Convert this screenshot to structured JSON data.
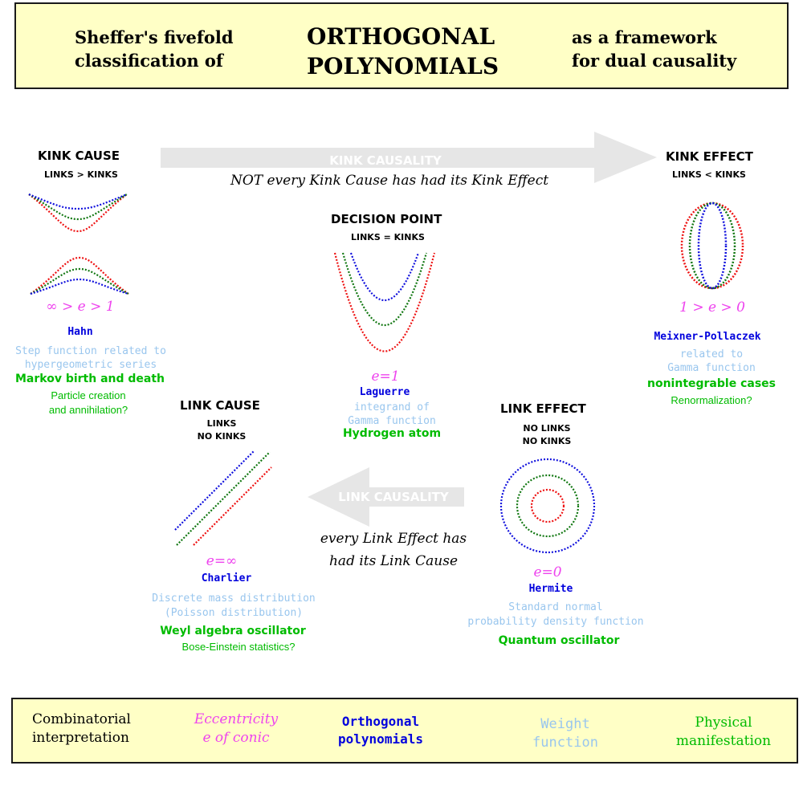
{
  "title": {
    "left_line1": "Sheffer's fivefold",
    "left_line2": "classification of",
    "center_line1": "ORTHOGONAL",
    "center_line2": "POLYNOMIALS",
    "right_line1": "as a framework",
    "right_line2": "for dual causality"
  },
  "arrows": {
    "kink_causality": "KINK CAUSALITY",
    "kink_caption": "NOT every Kink Cause has had its Kink Effect",
    "link_causality": "LINK CAUSALITY",
    "link_caption_line1": "every Link Effect has",
    "link_caption_line2": "had its Link Cause"
  },
  "nodes": {
    "kink_cause": {
      "title": "KINK CAUSE",
      "sub": "LINKS > KINKS",
      "eccentricity": "∞ > e > 1",
      "polynomial": "Hahn",
      "weight_line1": "Step function related to",
      "weight_line2": "hypergeometric series",
      "physical_bold": "Markov birth and death",
      "physical_line1": "Particle creation",
      "physical_line2": "and annihilation?"
    },
    "kink_effect": {
      "title": "KINK EFFECT",
      "sub": "LINKS < KINKS",
      "eccentricity": "1 > e > 0",
      "polynomial": "Meixner-Pollaczek",
      "weight_line1": "related to",
      "weight_line2": "Gamma function",
      "physical_bold": "nonintegrable cases",
      "physical_line1": "Renormalization?"
    },
    "decision_point": {
      "title": "DECISION POINT",
      "sub": "LINKS = KINKS",
      "eccentricity": "e=1",
      "polynomial": "Laguerre",
      "weight_line1": "integrand of",
      "weight_line2": "Gamma function",
      "physical_bold": "Hydrogen atom"
    },
    "link_cause": {
      "title": "LINK CAUSE",
      "sub_line1": "LINKS",
      "sub_line2": "NO KINKS",
      "eccentricity": "e=∞",
      "polynomial": "Charlier",
      "weight_line1": "Discrete mass distribution",
      "weight_line2": "(Poisson distribution)",
      "physical_bold": "Weyl algebra oscillator",
      "physical_line1": "Bose-Einstein statistics?"
    },
    "link_effect": {
      "title": "LINK EFFECT",
      "sub_line1": "NO LINKS",
      "sub_line2": "NO KINKS",
      "eccentricity": "e=0",
      "polynomial": "Hermite",
      "weight_line1": "Standard normal",
      "weight_line2": "probability density function",
      "physical_bold": "Quantum oscillator"
    }
  },
  "legend": {
    "combinatorial_line1": "Combinatorial",
    "combinatorial_line2": "interpretation",
    "eccentricity_line1": "Eccentricity",
    "eccentricity_line2": "e of conic",
    "orthogonal_line1": "Orthogonal",
    "orthogonal_line2": "polynomials",
    "weight_line1": "Weight",
    "weight_line2": "function",
    "physical_line1": "Physical",
    "physical_line2": "manifestation"
  },
  "colors": {
    "box_fill": "#ffffc6",
    "curve_red": "#ee1111",
    "curve_green": "#117711",
    "curve_blue": "#1111dd",
    "arrow_gray": "#e6e6e6",
    "eccentricity": "#ee44ee",
    "polynomial": "#0000dd",
    "weight": "#99c6ee",
    "physical": "#00bb00"
  }
}
